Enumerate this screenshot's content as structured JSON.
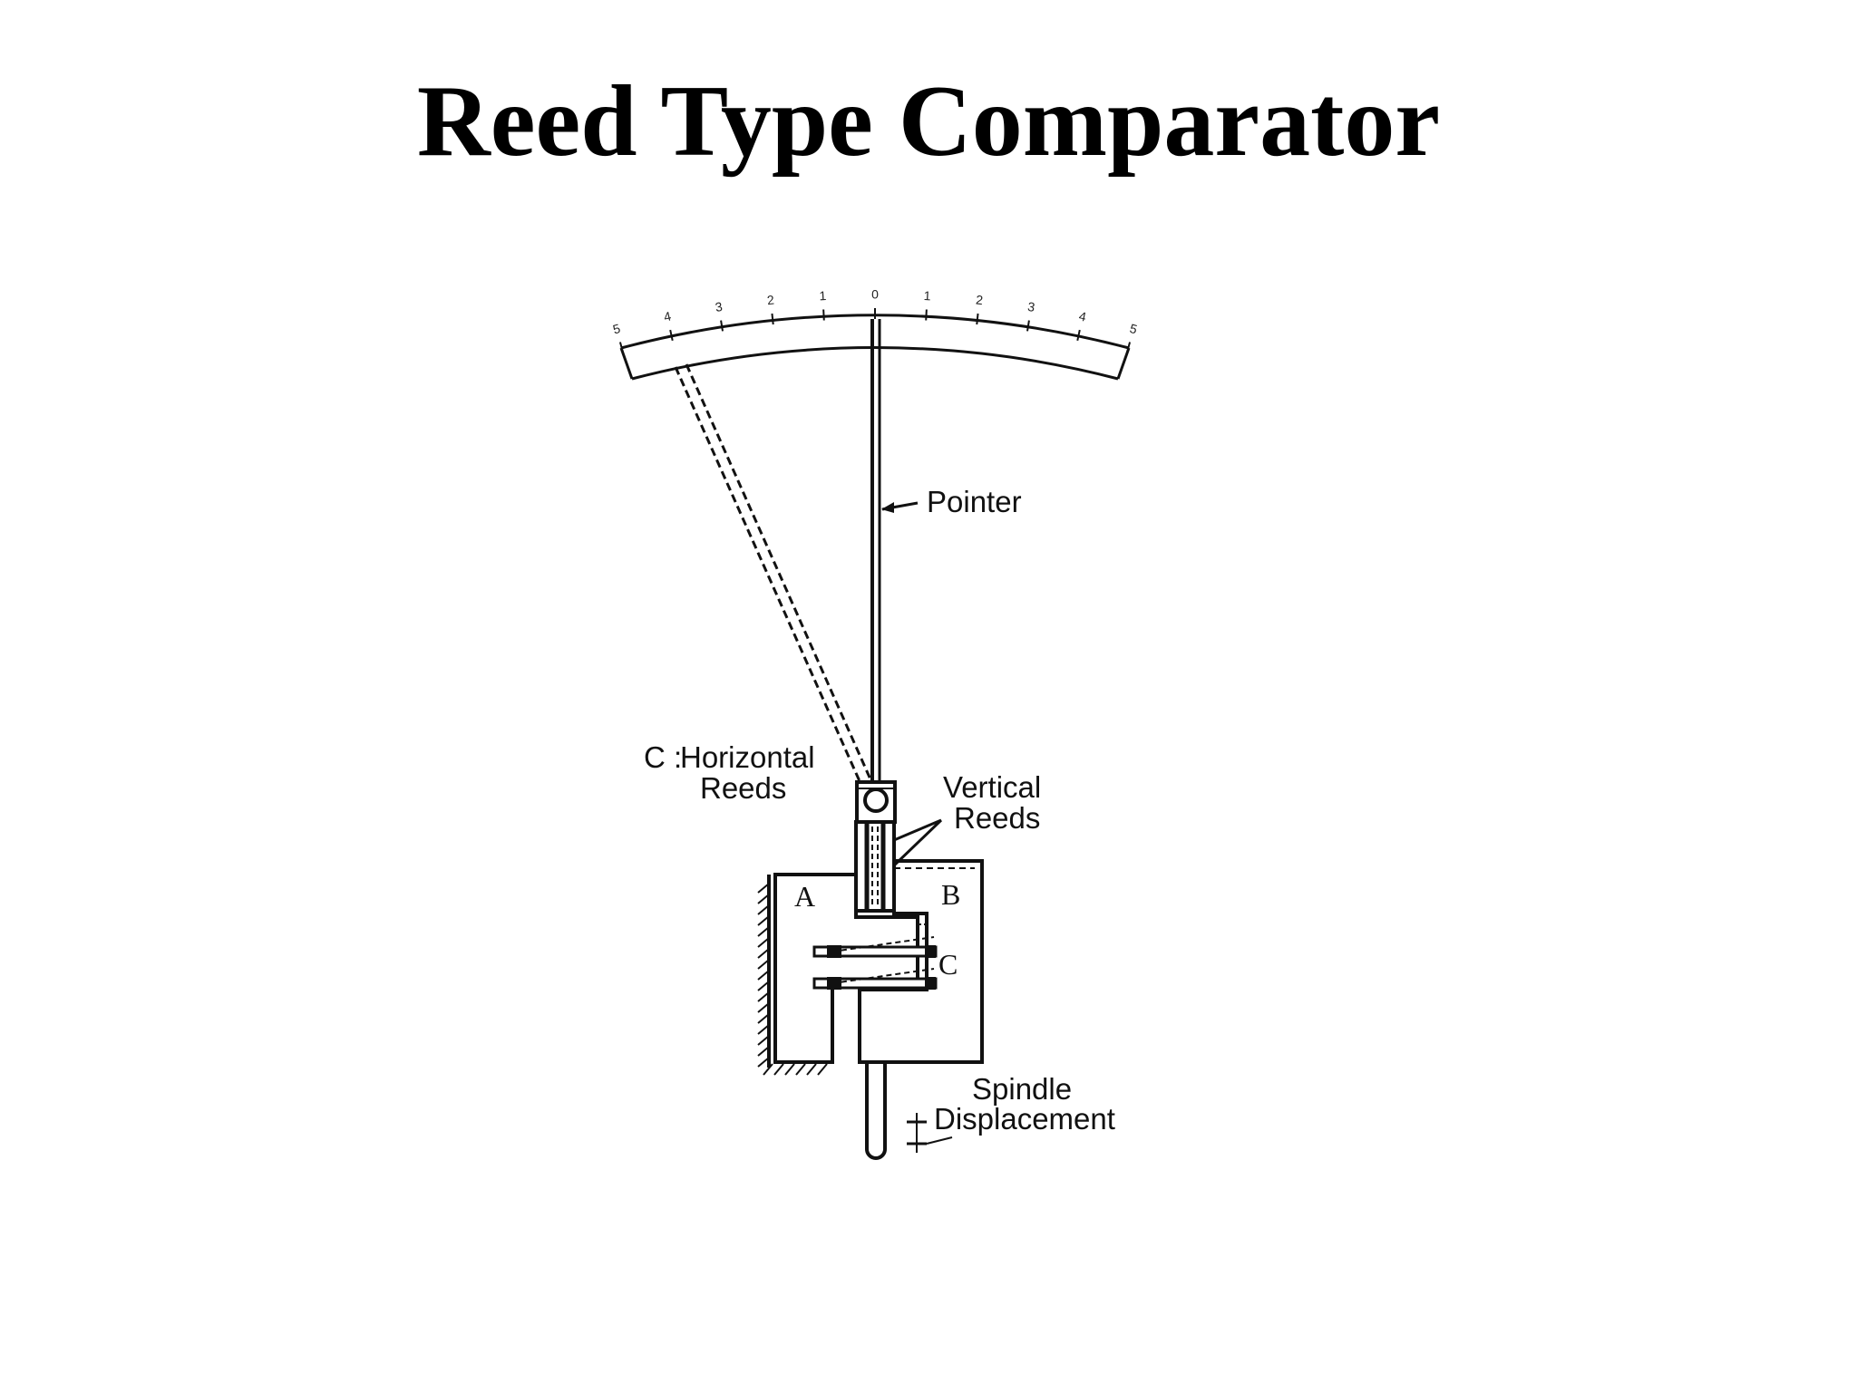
{
  "title": "Reed Type Comparator",
  "scale": {
    "labels": [
      "5",
      "4",
      "3",
      "2",
      "1",
      "0",
      "1",
      "2",
      "3",
      "4",
      "5"
    ]
  },
  "labels": {
    "pointer": "Pointer",
    "horizontal_reeds_prefix": "C :",
    "horizontal_reeds_line1": "Horizontal",
    "horizontal_reeds_line2": "Reeds",
    "vertical_reeds_line1": "Vertical",
    "vertical_reeds_line2": "Reeds",
    "block_a": "A",
    "block_b": "B",
    "block_c": "C",
    "spindle_line1": "Spindle",
    "spindle_line2": "Displacement"
  }
}
